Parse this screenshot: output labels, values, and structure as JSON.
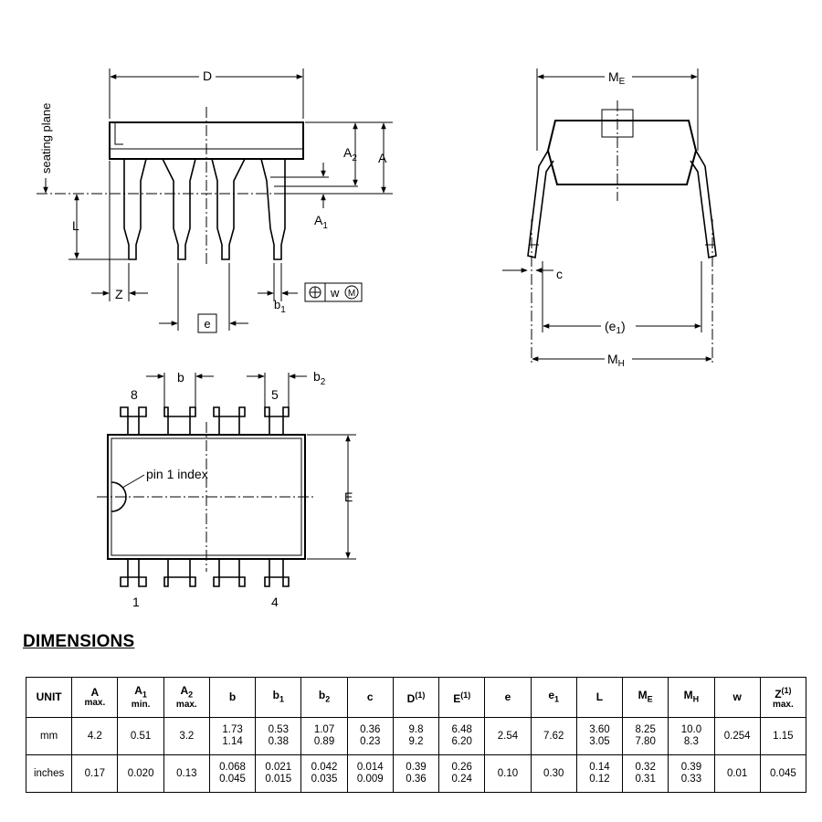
{
  "drawing": {
    "side_view": {
      "labels": {
        "D": "D",
        "A2": "A",
        "A2_sub": "2",
        "A": "A",
        "A1": "A",
        "A1_sub": "1",
        "L": "L",
        "Z": "Z",
        "b1": "b",
        "b1_sub": "1",
        "e": "e",
        "seating_plane": "seating plane",
        "tolerance_w": "w",
        "tolerance_m": "M"
      }
    },
    "end_view": {
      "labels": {
        "ME": "M",
        "ME_sub": "E",
        "c": "c",
        "e1_open": "(e",
        "e1_sub": "1",
        "e1_close": ")",
        "MH": "M",
        "MH_sub": "H"
      }
    },
    "top_view": {
      "labels": {
        "b": "b",
        "b2": "b",
        "b2_sub": "2",
        "pin8": "8",
        "pin5": "5",
        "pin1": "1",
        "pin4": "4",
        "E": "E",
        "pin1_index": "pin 1 index"
      }
    }
  },
  "dimensions": {
    "title": "DIMENSIONS",
    "headers": [
      {
        "sym": "UNIT",
        "sub": "",
        "note": ""
      },
      {
        "sym": "A",
        "sub": "",
        "note": "max."
      },
      {
        "sym": "A",
        "sub": "1",
        "note": "min."
      },
      {
        "sym": "A",
        "sub": "2",
        "note": "max."
      },
      {
        "sym": "b",
        "sub": "",
        "note": ""
      },
      {
        "sym": "b",
        "sub": "1",
        "note": ""
      },
      {
        "sym": "b",
        "sub": "2",
        "note": ""
      },
      {
        "sym": "c",
        "sub": "",
        "note": ""
      },
      {
        "sym": "D",
        "sup": "(1)",
        "note": ""
      },
      {
        "sym": "E",
        "sup": "(1)",
        "note": ""
      },
      {
        "sym": "e",
        "sub": "",
        "note": ""
      },
      {
        "sym": "e",
        "sub": "1",
        "note": ""
      },
      {
        "sym": "L",
        "sub": "",
        "note": ""
      },
      {
        "sym": "M",
        "sub": "E",
        "note": ""
      },
      {
        "sym": "M",
        "sub": "H",
        "note": ""
      },
      {
        "sym": "w",
        "sub": "",
        "note": ""
      },
      {
        "sym": "Z",
        "sup": "(1)",
        "note": "max."
      }
    ],
    "rows": [
      {
        "unit": "mm",
        "cells": [
          [
            "4.2"
          ],
          [
            "0.51"
          ],
          [
            "3.2"
          ],
          [
            "1.73",
            "1.14"
          ],
          [
            "0.53",
            "0.38"
          ],
          [
            "1.07",
            "0.89"
          ],
          [
            "0.36",
            "0.23"
          ],
          [
            "9.8",
            "9.2"
          ],
          [
            "6.48",
            "6.20"
          ],
          [
            "2.54"
          ],
          [
            "7.62"
          ],
          [
            "3.60",
            "3.05"
          ],
          [
            "8.25",
            "7.80"
          ],
          [
            "10.0",
            "8.3"
          ],
          [
            "0.254"
          ],
          [
            "1.15"
          ]
        ]
      },
      {
        "unit": "inches",
        "cells": [
          [
            "0.17"
          ],
          [
            "0.020"
          ],
          [
            "0.13"
          ],
          [
            "0.068",
            "0.045"
          ],
          [
            "0.021",
            "0.015"
          ],
          [
            "0.042",
            "0.035"
          ],
          [
            "0.014",
            "0.009"
          ],
          [
            "0.39",
            "0.36"
          ],
          [
            "0.26",
            "0.24"
          ],
          [
            "0.10"
          ],
          [
            "0.30"
          ],
          [
            "0.14",
            "0.12"
          ],
          [
            "0.32",
            "0.31"
          ],
          [
            "0.39",
            "0.33"
          ],
          [
            "0.01"
          ],
          [
            "0.045"
          ]
        ]
      }
    ]
  }
}
